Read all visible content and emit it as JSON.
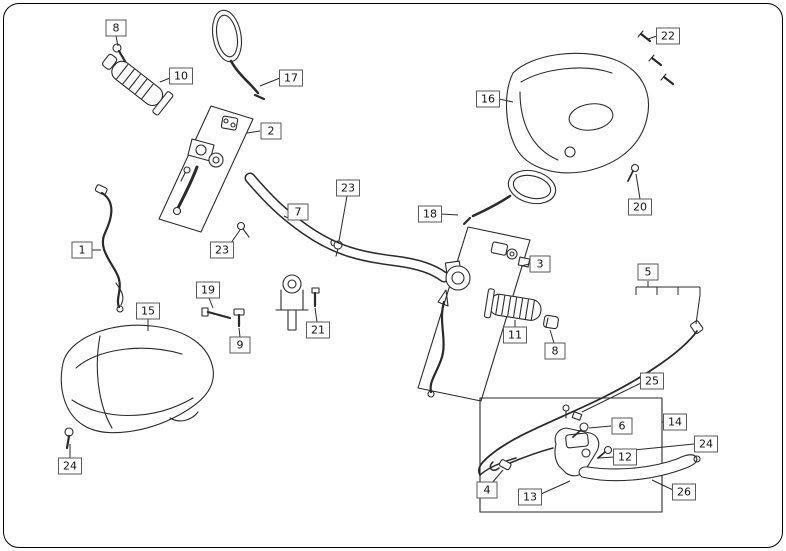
{
  "diagram": {
    "kind": "exploded-parts-diagram",
    "subject": "handlebar-assembly",
    "colors": {
      "background": "#ffffff",
      "line": "#2a2a2a",
      "frame_border": "#000000",
      "callout_border": "#5a5a5a"
    }
  },
  "callouts": [
    {
      "label": "8"
    },
    {
      "label": "10"
    },
    {
      "label": "17"
    },
    {
      "label": "2"
    },
    {
      "label": "22"
    },
    {
      "label": "16"
    },
    {
      "label": "23"
    },
    {
      "label": "7"
    },
    {
      "label": "18"
    },
    {
      "label": "20"
    },
    {
      "label": "1"
    },
    {
      "label": "23"
    },
    {
      "label": "3"
    },
    {
      "label": "5"
    },
    {
      "label": "19"
    },
    {
      "label": "15"
    },
    {
      "label": "21"
    },
    {
      "label": "9"
    },
    {
      "label": "11"
    },
    {
      "label": "8"
    },
    {
      "label": "25"
    },
    {
      "label": "6"
    },
    {
      "label": "14"
    },
    {
      "label": "24"
    },
    {
      "label": "12"
    },
    {
      "label": "4"
    },
    {
      "label": "13"
    },
    {
      "label": "26"
    },
    {
      "label": "24"
    }
  ]
}
